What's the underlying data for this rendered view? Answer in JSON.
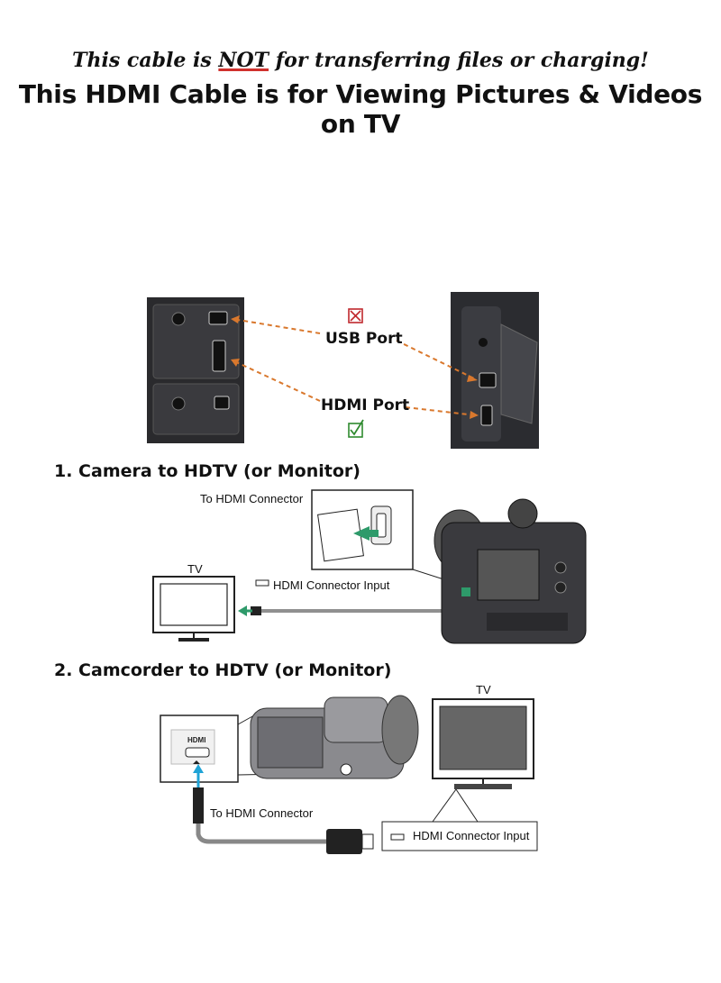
{
  "header": {
    "warning_pre": "This cable is ",
    "warning_not": "NOT",
    "warning_post": " for transferring files or charging!",
    "headline": "This HDMI Cable is for Viewing Pictures & Videos on TV"
  },
  "ports": {
    "usb": {
      "label": "USB Port",
      "status_icon": "cross-box-icon",
      "status_color": "#c0282d"
    },
    "hdmi": {
      "label": "HDMI Port",
      "status_icon": "check-box-icon",
      "status_color": "#2f8a2f"
    },
    "arrow_color": "#d9782d"
  },
  "section1": {
    "title": "1. Camera to HDTV (or Monitor)",
    "to_connector": "To HDMI Connector",
    "tv": "TV",
    "connector_input": "HDMI Connector Input",
    "arrow_color": "#2e9a6a"
  },
  "section2": {
    "title": "2. Camcorder to HDTV (or Monitor)",
    "tv": "TV",
    "hdmi_inset": "HDMI",
    "to_connector": "To HDMI Connector",
    "connector_input": "HDMI Connector Input",
    "arrow_color": "#1fa3d6"
  }
}
